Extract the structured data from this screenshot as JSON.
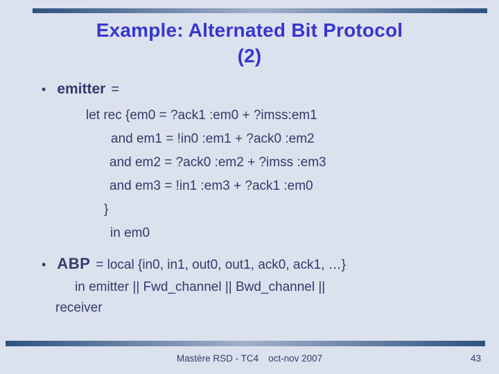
{
  "slide": {
    "title": {
      "line1": "Example: Alternated Bit Protocol",
      "line2": "(2)"
    },
    "bullets": {
      "emitter": {
        "marker": "•",
        "term": "emitter",
        "rest": "="
      },
      "abp": {
        "marker": "•",
        "term": "ABP",
        "rest": "= local {in0, in1, out0, out1, ack0, ack1, …}"
      }
    },
    "emitter_code": [
      "let rec {em0 = ?ack1 :em0 + ?imss:em1",
      "and em1 = !in0 :em1 + ?ack0 :em2",
      "and em2 = ?ack0 :em2 + ?imss :em3",
      "and em3 = !in1 :em3 + ?ack1 :em0",
      "}",
      "in em0"
    ],
    "abp_continuation": [
      "in emitter || Fwd_channel || Bwd_channel ||",
      "receiver"
    ],
    "footer": {
      "course": "Mastère RSD - TC4",
      "date": "oct-nov 2007",
      "page_number": "43"
    },
    "colors": {
      "background": "#dce1ee",
      "title": "#3737cb",
      "body": "#343a6b",
      "bar_dark": "#2e5280",
      "bar_light": "#a2b0ca"
    }
  }
}
